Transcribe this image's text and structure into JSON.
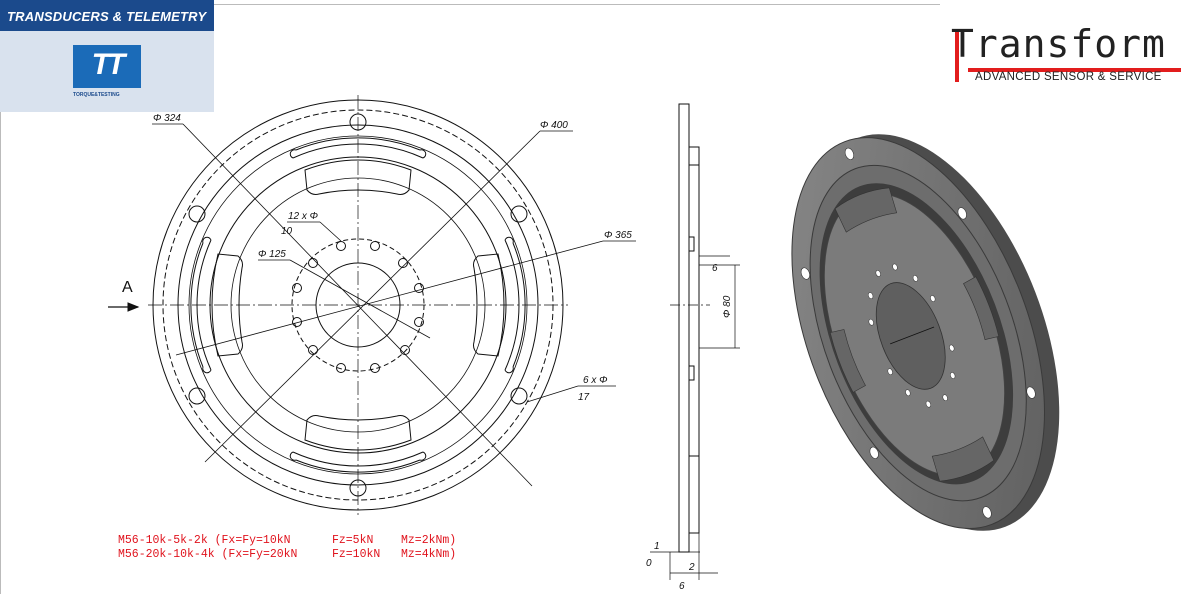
{
  "branding": {
    "tt_banner_text": "TRANSDUCERS & TELEMETRY",
    "tt_logo_text": "TT",
    "tt_logo_caption": "TORQUE&TESTING",
    "transform_name": "Transform",
    "transform_tagline": "ADVANCED SENSOR & SERVICE"
  },
  "drawing": {
    "view_label": "A",
    "dimensions": {
      "d324": "Φ 324",
      "d400": "Φ 400",
      "d365": "Φ 365",
      "holes_inner": "12 x Φ",
      "holes_inner_size": "10",
      "d125": "Φ 125",
      "holes_outer": "6 x Φ",
      "holes_outer_size": "17",
      "side_6_top": "6",
      "side_d80": "Φ 80",
      "side_1": "1",
      "side_0": "0",
      "side_2": "2",
      "side_6_bottom": "6"
    }
  },
  "specs": [
    {
      "model": "M56-10k-5k-2k",
      "fxfy": "(Fx=Fy=10kN",
      "fz": "Fz=5kN",
      "mz": "Mz=2kNm)"
    },
    {
      "model": "M56-20k-10k-4k",
      "fxfy": "(Fx=Fy=20kN",
      "fz": "Fz=10kN",
      "mz": "Mz=4kNm)"
    }
  ],
  "colors": {
    "spec_text": "#e0141e",
    "tt_blue": "#1b4a8c",
    "transform_red": "#e21d1d"
  }
}
